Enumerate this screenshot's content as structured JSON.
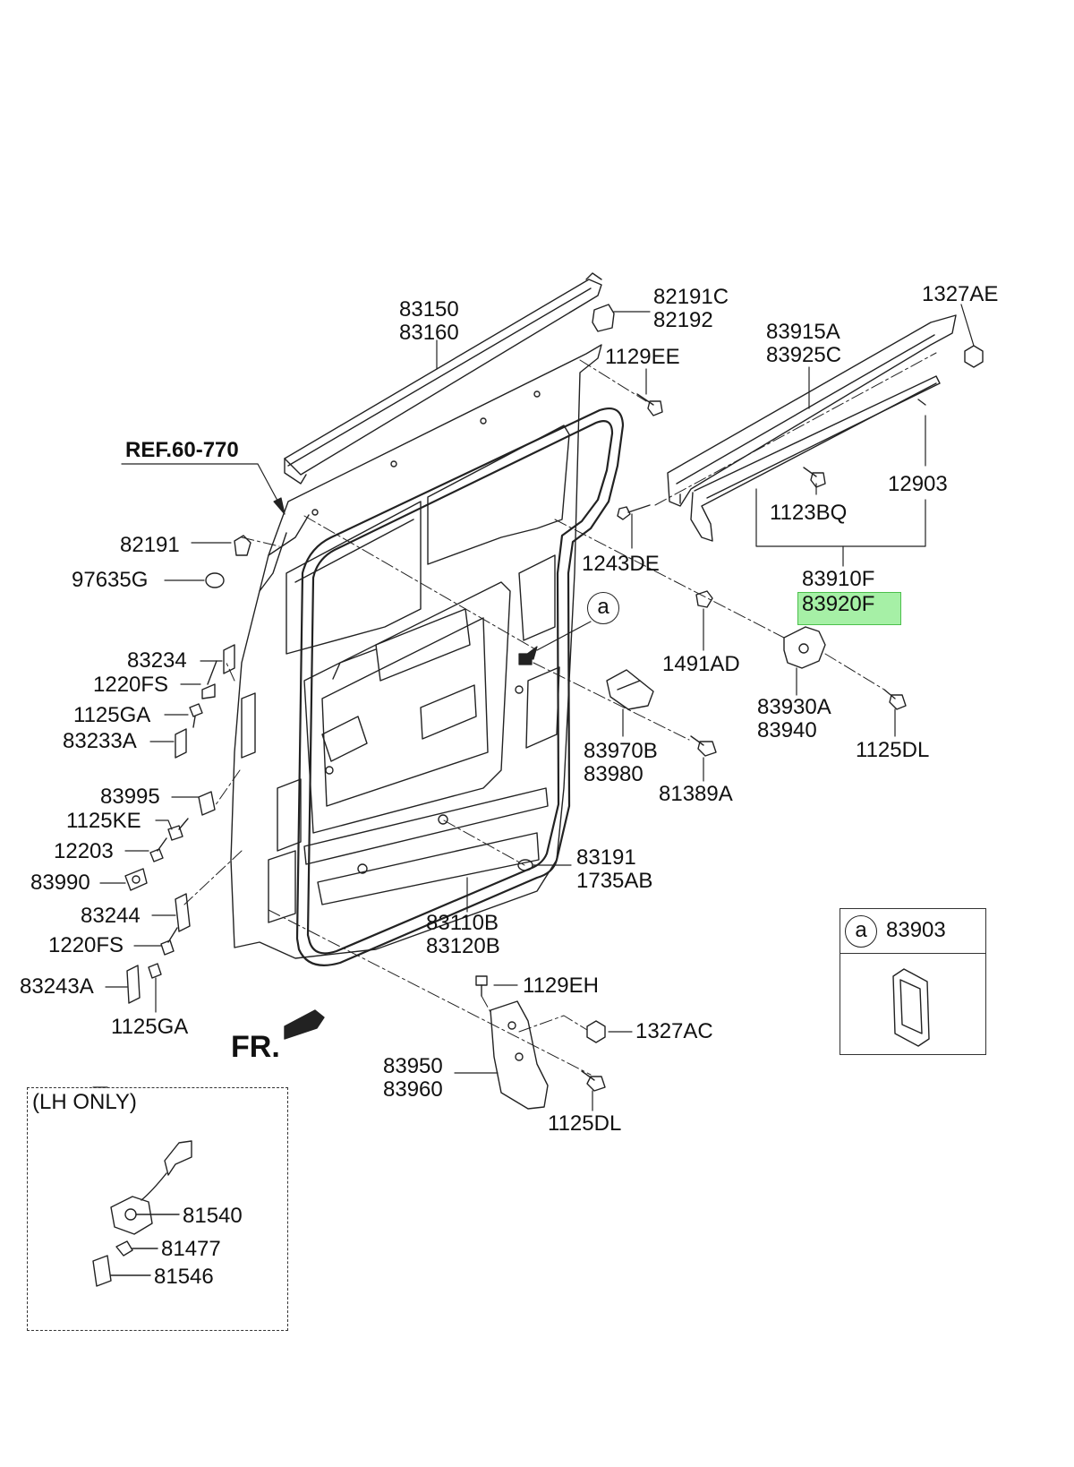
{
  "diagram": {
    "reference": "REF.60-770",
    "front_indicator": "FR.",
    "lh_only_label": "(LH ONLY)",
    "callout_letter": "a",
    "legend": {
      "letter": "a",
      "part": "83903"
    },
    "highlight_color": "#a6f0a6",
    "parts": [
      {
        "id": "p1",
        "lines": [
          "83150",
          "83160"
        ]
      },
      {
        "id": "p2",
        "lines": [
          "82191C",
          "82192"
        ]
      },
      {
        "id": "p3",
        "lines": [
          "1129EE"
        ]
      },
      {
        "id": "p4",
        "lines": [
          "1327AE"
        ]
      },
      {
        "id": "p5",
        "lines": [
          "83915A",
          "83925C"
        ]
      },
      {
        "id": "p6",
        "lines": [
          "12903"
        ]
      },
      {
        "id": "p7",
        "lines": [
          "1123BQ"
        ]
      },
      {
        "id": "p8",
        "lines": [
          "1243DE"
        ]
      },
      {
        "id": "p9",
        "lines": [
          "83910F"
        ]
      },
      {
        "id": "p10",
        "lines": [
          "83920F"
        ],
        "highlighted": true
      },
      {
        "id": "p11",
        "lines": [
          "1491AD"
        ]
      },
      {
        "id": "p12",
        "lines": [
          "83930A",
          "83940"
        ]
      },
      {
        "id": "p13",
        "lines": [
          "1125DL"
        ]
      },
      {
        "id": "p14",
        "lines": [
          "83970B",
          "83980"
        ]
      },
      {
        "id": "p15",
        "lines": [
          "81389A"
        ]
      },
      {
        "id": "p16",
        "lines": [
          "82191"
        ]
      },
      {
        "id": "p17",
        "lines": [
          "97635G"
        ]
      },
      {
        "id": "p18",
        "lines": [
          "83234"
        ]
      },
      {
        "id": "p19",
        "lines": [
          "1220FS"
        ]
      },
      {
        "id": "p20",
        "lines": [
          "1125GA"
        ]
      },
      {
        "id": "p21",
        "lines": [
          "83233A"
        ]
      },
      {
        "id": "p22",
        "lines": [
          "83995"
        ]
      },
      {
        "id": "p23",
        "lines": [
          "1125KE"
        ]
      },
      {
        "id": "p24",
        "lines": [
          "12203"
        ]
      },
      {
        "id": "p25",
        "lines": [
          "83990"
        ]
      },
      {
        "id": "p26",
        "lines": [
          "83244"
        ]
      },
      {
        "id": "p27",
        "lines": [
          "1220FS"
        ]
      },
      {
        "id": "p28",
        "lines": [
          "83243A"
        ]
      },
      {
        "id": "p29",
        "lines": [
          "1125GA"
        ]
      },
      {
        "id": "p30",
        "lines": [
          "83191",
          "1735AB"
        ]
      },
      {
        "id": "p31",
        "lines": [
          "83110B",
          "83120B"
        ]
      },
      {
        "id": "p32",
        "lines": [
          "1129EH"
        ]
      },
      {
        "id": "p33",
        "lines": [
          "1327AC"
        ]
      },
      {
        "id": "p34",
        "lines": [
          "83950",
          "83960"
        ]
      },
      {
        "id": "p35",
        "lines": [
          "1125DL"
        ]
      },
      {
        "id": "p36",
        "lines": [
          "81540"
        ]
      },
      {
        "id": "p37",
        "lines": [
          "81477"
        ]
      },
      {
        "id": "p38",
        "lines": [
          "81546"
        ]
      }
    ]
  }
}
